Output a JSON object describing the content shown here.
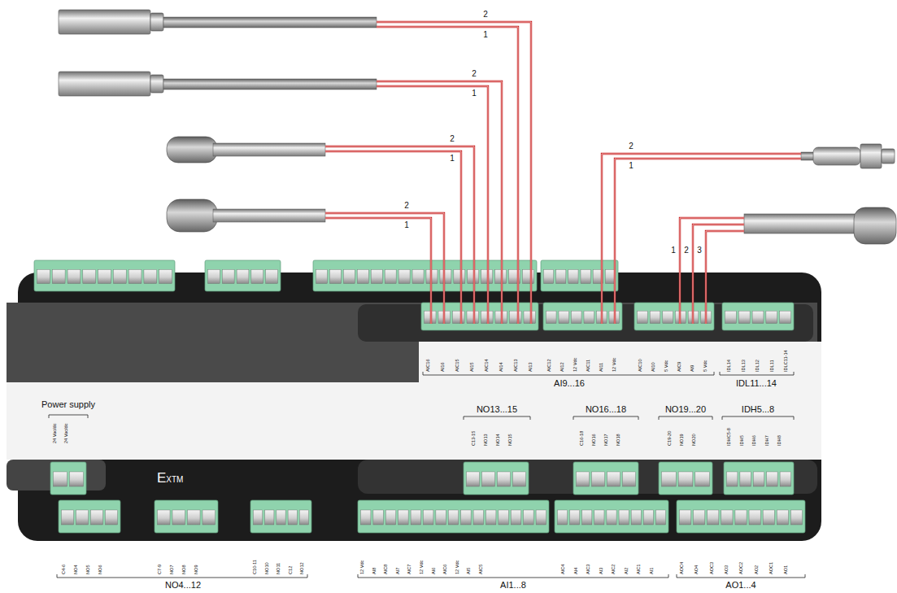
{
  "diagram": {
    "nodes": [
      {
        "text": [
          "EXTM"
        ]
      }
    ],
    "labels": [
      "AIC16",
      "AI16",
      "AIC15",
      "AI15",
      "AIC14",
      "AI14",
      "AIC13",
      "AI13",
      "AIC12",
      "AI12",
      "12 Vdc",
      "AIC11",
      "AI11",
      "12 Vdc",
      "AIC10",
      "AI10",
      "5 Vdc",
      "AIC9",
      "AI9",
      "5 Vdc",
      "IDL14",
      "IDL13",
      "IDL12",
      "IDL11",
      "IDLC11-14",
      "AI9...16",
      "IDL11...14",
      "NO13...15",
      "C13-15",
      "NO13",
      "NO14",
      "NO15",
      "NO16...18",
      "C16-18",
      "NO16",
      "NO17",
      "NO18",
      "NO19...20",
      "C19-20",
      "NO19",
      "NO20",
      "IDH5...8",
      "IDHC5-8",
      "IDH5",
      "IDH6",
      "IDH7",
      "IDH8",
      "Power supply",
      "24 Vac/dc",
      "24 Vac/dc",
      "C4-6",
      "NO4",
      "NO5",
      "NO6",
      "C7-9",
      "NO7",
      "NO8",
      "NO9",
      "C10-11",
      "NO10",
      "NO11",
      "C12",
      "NO12",
      "NO4...12",
      "12 Vdc",
      "AI8",
      "AIC8",
      "AI7",
      "AIC7",
      "12 Vdc",
      "AI6",
      "AIC6",
      "12 Vdc",
      "AI5",
      "AIC5",
      "AIC4",
      "AI4",
      "AIC3",
      "AI3",
      "AIC2",
      "AI2",
      "AIC1",
      "AI1",
      "AI1...8",
      "AOC4",
      "AO4",
      "AOC3",
      "AO3",
      "AOC2",
      "AO2",
      "AOC1",
      "AO1",
      "AO1...4",
      "2",
      "1",
      "2",
      "1",
      "2",
      "1",
      "2",
      "1",
      "2",
      "1",
      "1",
      "2",
      "3"
    ]
  }
}
